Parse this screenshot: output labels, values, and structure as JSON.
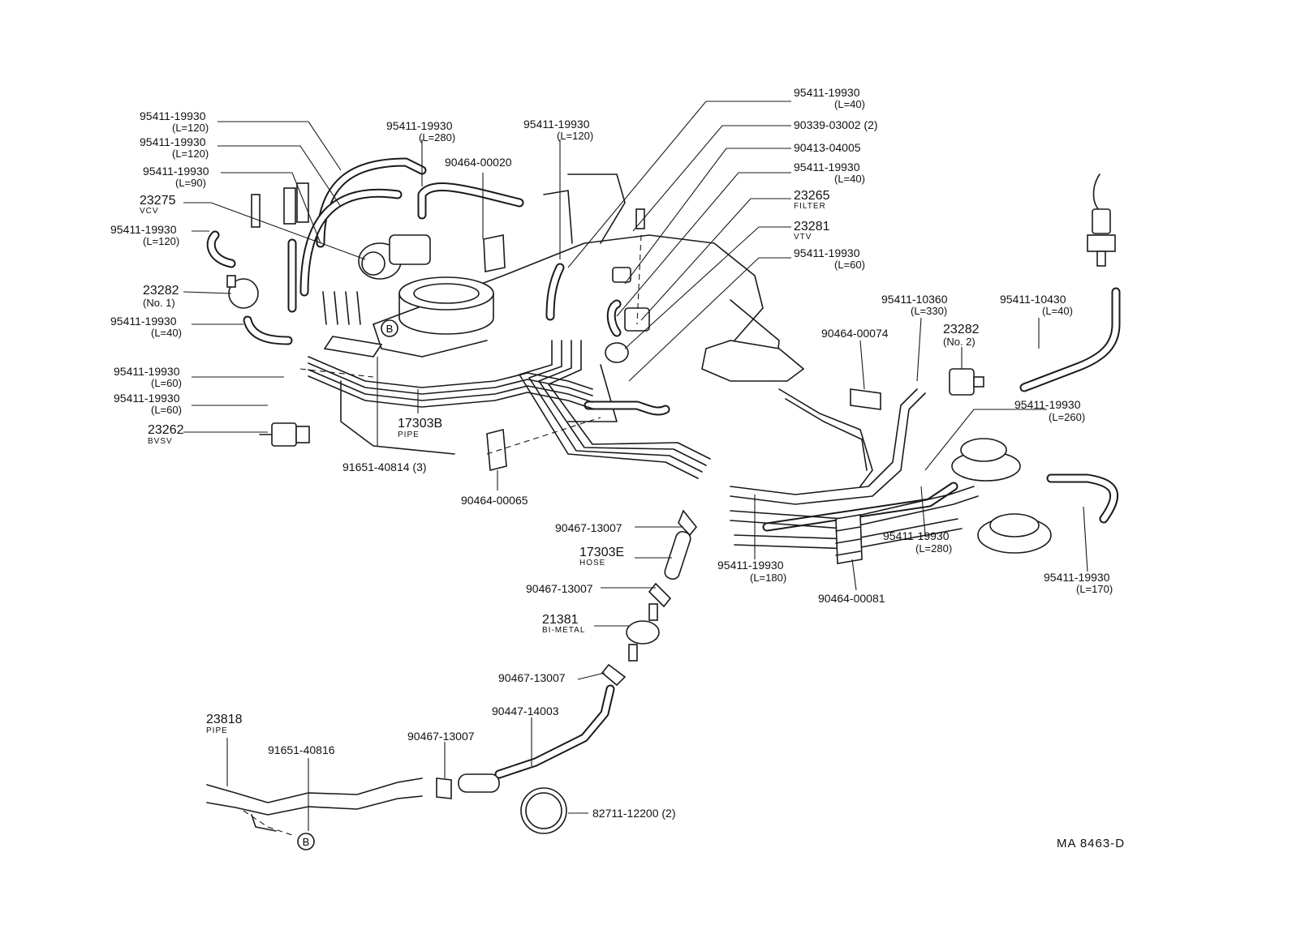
{
  "diagram_ref": "MA  8463-D",
  "callout_letter": "B",
  "labels": {
    "l1": "95411-19930",
    "l1s": "(L=120)",
    "l2": "95411-19930",
    "l2s": "(L=120)",
    "l3": "95411-19930",
    "l3s": "(L=90)",
    "l4": "23275",
    "l4s": "VCV",
    "l5": "95411-19930",
    "l5s": "(L=120)",
    "l6": "23282",
    "l6s": "(No. 1)",
    "l7": "95411-19930",
    "l7s": "(L=40)",
    "l8": "95411-19930",
    "l8s": "(L=60)",
    "l9": "95411-19930",
    "l9s": "(L=60)",
    "l10": "23262",
    "l10s": "BVSV",
    "l11": "95411-19930",
    "l11s": "(L=280)",
    "l12": "90464-00020",
    "l13": "95411-19930",
    "l13s": "(L=120)",
    "l14": "95411-19930",
    "l14s": "(L=40)",
    "l15": "90339-03002 (2)",
    "l16": "90413-04005",
    "l17": "95411-19930",
    "l17s": "(L=40)",
    "l18": "23265",
    "l18s": "FILTER",
    "l19": "23281",
    "l19s": "VTV",
    "l20": "95411-19930",
    "l20s": "(L=60)",
    "l21": "17303B",
    "l21s": "PIPE",
    "l22": "91651-40814 (3)",
    "l23": "90464-00065",
    "l24": "90464-00074",
    "l25": "95411-10360",
    "l25s": "(L=330)",
    "l26": "23282",
    "l26s": "(No. 2)",
    "l27": "95411-10430",
    "l27s": "(L=40)",
    "l28": "95411-19930",
    "l28s": "(L=260)",
    "l29": "90467-13007",
    "l30": "17303E",
    "l30s": "HOSE",
    "l31": "90467-13007",
    "l32": "21381",
    "l32s": "BI-METAL",
    "l33": "90467-13007",
    "l34": "90447-14003",
    "l35": "90467-13007",
    "l36": "23818",
    "l36s": "PIPE",
    "l37": "91651-40816",
    "l38": "82711-12200 (2)",
    "l39": "95411-19930",
    "l39s": "(L=180)",
    "l40": "90464-00081",
    "l41": "95411-19930",
    "l41s": "(L=280)",
    "l42": "95411-19930",
    "l42s": "(L=170)"
  },
  "icons": [
    "vcv-valve",
    "vsv-switch",
    "filter",
    "vtv-valve",
    "bimetal-valve",
    "hose-clamp",
    "pipe-clamp",
    "air-cleaner",
    "diaphragm-actuator",
    "thermo-sensor"
  ]
}
